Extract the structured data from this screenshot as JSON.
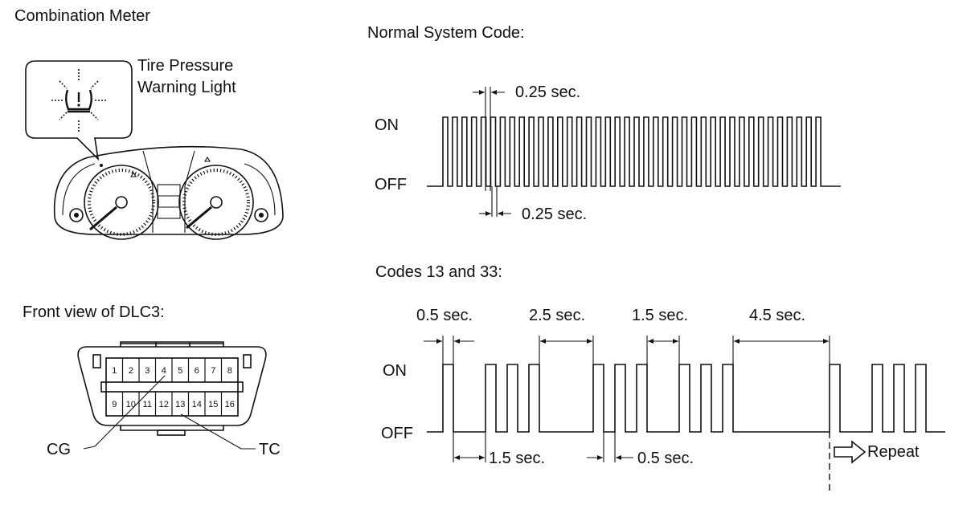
{
  "combination_meter": {
    "title": "Combination Meter",
    "warning_light_label_line1": "Tire Pressure",
    "warning_light_label_line2": "Warning Light"
  },
  "dlc3": {
    "title": "Front view of DLC3:",
    "top_pins": [
      "1",
      "2",
      "3",
      "4",
      "5",
      "6",
      "7",
      "8"
    ],
    "bottom_pins": [
      "9",
      "10",
      "11",
      "12",
      "13",
      "14",
      "15",
      "16"
    ],
    "cg_label": "CG",
    "tc_label": "TC"
  },
  "normal_code": {
    "title": "Normal System Code:",
    "on_label": "ON",
    "off_label": "OFF",
    "on_duration": "0.25 sec.",
    "off_duration": "0.25 sec."
  },
  "codes_13_33": {
    "title": "Codes 13 and 33:",
    "on_label": "ON",
    "off_label": "OFF",
    "dim_0_5_top": "0.5 sec.",
    "dim_2_5": "2.5 sec.",
    "dim_1_5_top": "1.5 sec.",
    "dim_4_5": "4.5 sec.",
    "dim_1_5_bottom": "1.5 sec.",
    "dim_0_5_bottom": "0.5 sec.",
    "repeat_label": "Repeat"
  }
}
